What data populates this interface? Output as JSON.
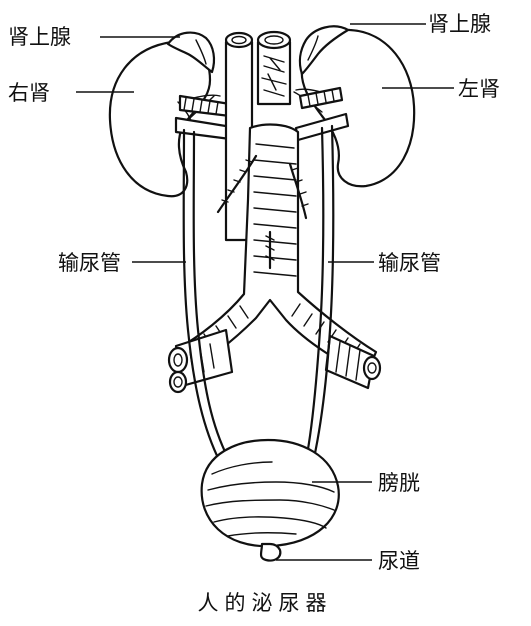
{
  "labels": {
    "adrenal_right": "肾上腺",
    "adrenal_left": "肾上腺",
    "kidney_right": "右肾",
    "kidney_left": "左肾",
    "ureter_right": "输尿管",
    "ureter_left": "输尿管",
    "bladder": "膀胱",
    "urethra": "尿道"
  },
  "caption": "人的泌尿器"
}
